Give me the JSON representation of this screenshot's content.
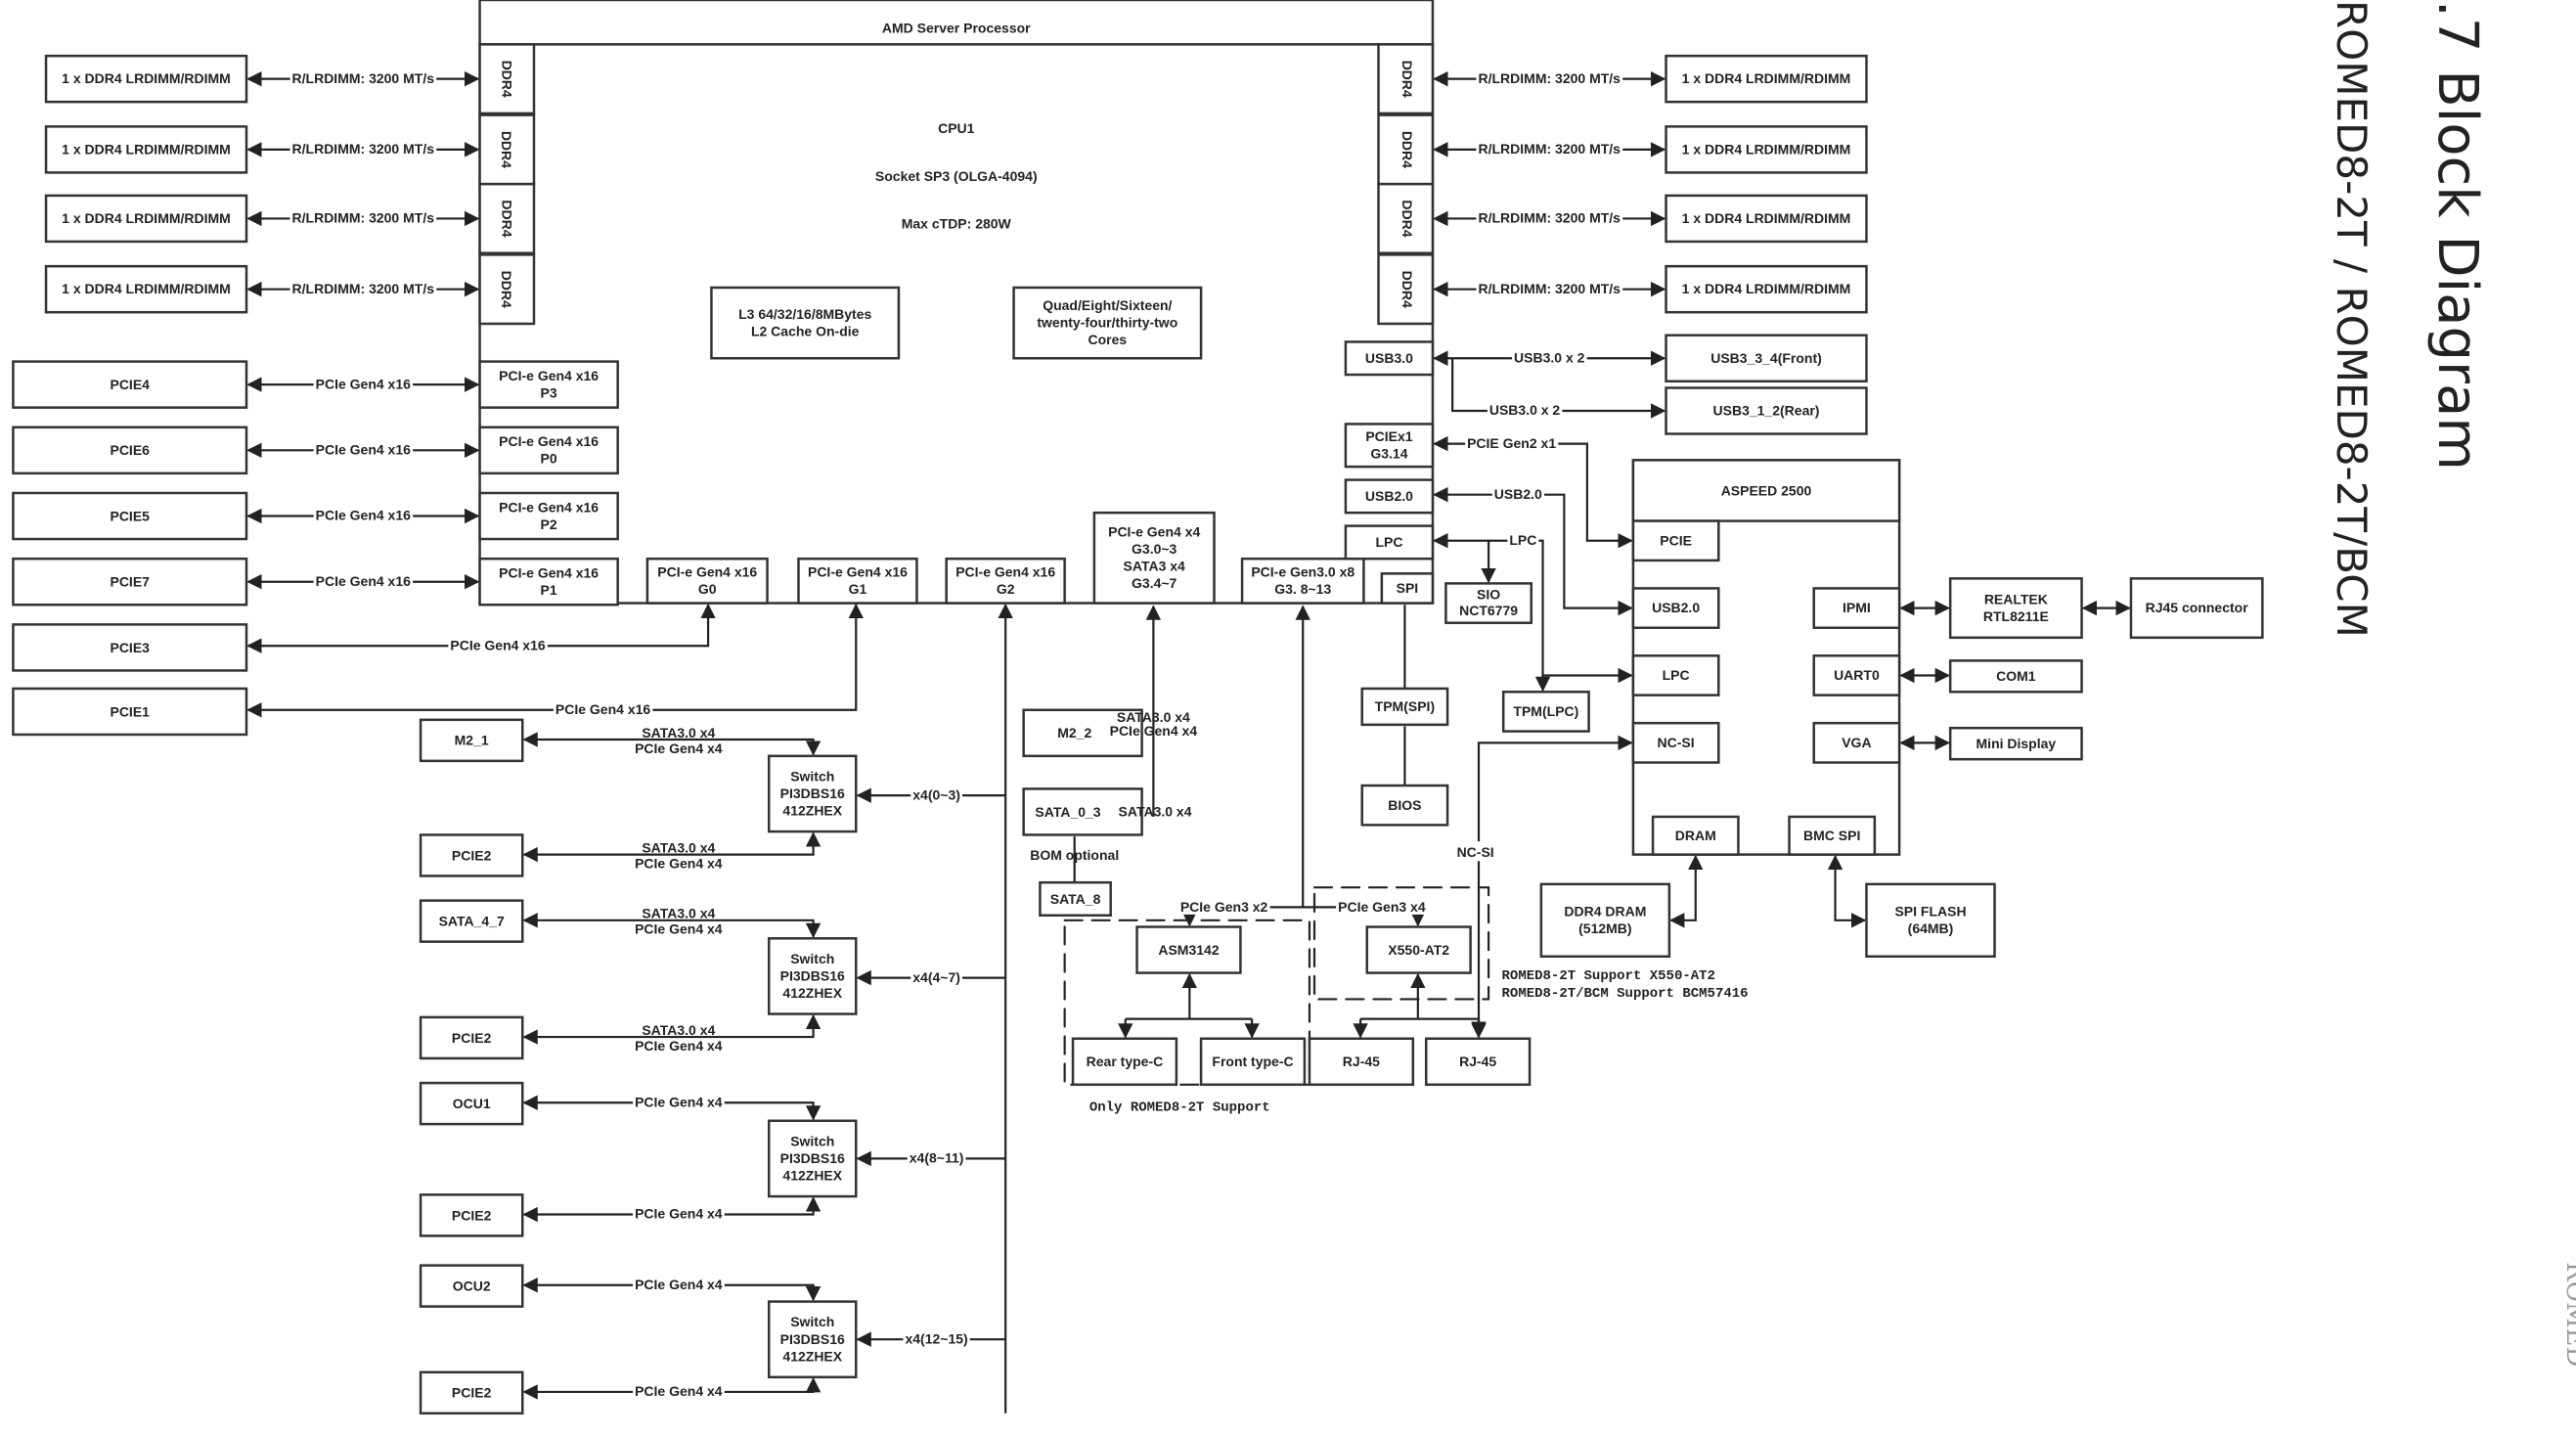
{
  "page": {
    "section_title": ".7  Block Diagram",
    "subtitle": "ROMED8-2T / ROMED8-2T/BCM",
    "footer_fragment": "ROMED"
  },
  "colors": {
    "accent": "#a345b0",
    "line": "#222222"
  },
  "cpu": {
    "header": "AMD Server Processor",
    "name": "CPU1",
    "socket": "Socket SP3 (OLGA-4094)",
    "tdp": "Max cTDP: 280W",
    "cache": [
      "L3 64/32/16/8MBytes",
      "L2 Cache On-die"
    ],
    "cores": [
      "Quad/Eight/Sixteen/",
      "twenty-four/thirty-two",
      "Cores"
    ],
    "ddr_port_label": "DDR4"
  },
  "memory": {
    "dimm_label": "1 x DDR4 LRDIMM/RDIMM",
    "link_label": "R/LRDIMM: 3200 MT/s"
  },
  "left_pcie": {
    "ports": [
      {
        "slot": "PCIE4",
        "port": [
          "PCI-e Gen4 x16",
          "P3"
        ],
        "link": "PCIe Gen4 x16"
      },
      {
        "slot": "PCIE6",
        "port": [
          "PCI-e Gen4 x16",
          "P0"
        ],
        "link": "PCIe Gen4 x16"
      },
      {
        "slot": "PCIE5",
        "port": [
          "PCI-e Gen4 x16",
          "P2"
        ],
        "link": "PCIe Gen4 x16"
      },
      {
        "slot": "PCIE7",
        "port": [
          "PCI-e Gen4 x16",
          "P1"
        ],
        "link": "PCIe Gen4 x16"
      }
    ],
    "pcie3": {
      "slot": "PCIE3",
      "link": "PCIe Gen4 x16"
    },
    "pcie1": {
      "slot": "PCIE1",
      "link": "PCIe Gen4 x16"
    }
  },
  "bottom_ports": {
    "g0": [
      "PCI-e Gen4 x16",
      "G0"
    ],
    "g1": [
      "PCI-e Gen4 x16",
      "G1"
    ],
    "g2": [
      "PCI-e Gen4 x16",
      "G2"
    ],
    "g3": [
      "PCI-e Gen4 x4",
      "G3.0~3",
      "SATA3 x4",
      "G3.4~7"
    ],
    "g3b": [
      "PCI-e Gen3.0 x8",
      "G3. 8~13"
    ],
    "spi": "SPI"
  },
  "switches": {
    "chip": [
      "Switch",
      "PI3DBS16",
      "412ZHEX"
    ],
    "groups": [
      {
        "top": "M2_1",
        "bottom": "PCIE2",
        "top_link": [
          "SATA3.0 x4",
          "PCIe Gen4 x4"
        ],
        "bottom_link": [
          "SATA3.0 x4",
          "PCIe Gen4 x4"
        ],
        "lanes": "x4(0~3)"
      },
      {
        "top": "SATA_4_7",
        "bottom": "PCIE2",
        "top_link": [
          "SATA3.0 x4",
          "PCIe Gen4 x4"
        ],
        "bottom_link": [
          "SATA3.0 x4",
          "PCIe Gen4 x4"
        ],
        "lanes": "x4(4~7)"
      },
      {
        "top": "OCU1",
        "bottom": "PCIE2",
        "top_link": [
          "PCIe Gen4 x4"
        ],
        "bottom_link": [
          "PCIe Gen4 x4"
        ],
        "lanes": "x4(8~11)"
      },
      {
        "top": "OCU2",
        "bottom": "PCIE2",
        "top_link": [
          "PCIe Gen4 x4"
        ],
        "bottom_link": [
          "PCIe Gen4 x4"
        ],
        "lanes": "x4(12~15)"
      }
    ]
  },
  "storage": {
    "m2_2": "M2_2",
    "m2_2_link": [
      "SATA3.0 x4",
      "PCIe Gen4 x4"
    ],
    "sata_0_3": "SATA_0_3",
    "sata_0_3_link": "SATA3.0 x4",
    "bom_optional": "BOM optional",
    "sata_8": "SATA_8"
  },
  "usb_c": {
    "link": "PCIe Gen3 x2",
    "chip": "ASM3142",
    "rear": "Rear type-C",
    "front": "Front type-C",
    "note": "Only ROMED8-2T Support"
  },
  "lan": {
    "link": "PCIe Gen3 x4",
    "chip": "X550-AT2",
    "rj45a": "RJ-45",
    "rj45b": "RJ-45",
    "note": [
      "ROMED8-2T Support X550-AT2",
      "ROMED8-2T/BCM Support BCM57416"
    ],
    "ncsi": "NC-SI"
  },
  "right_ports": {
    "usb3": "USB3.0",
    "usb3_link": "USB3.0 x 2",
    "usb_front": "USB3_3_4(Front)",
    "usb_rear": "USB3_1_2(Rear)",
    "pciex1": [
      "PCIEx1",
      "G3.14"
    ],
    "pciex1_link": "PCIE Gen2 x1",
    "usb2": "USB2.0",
    "usb2_link": "USB2.0",
    "lpc": "LPC",
    "lpc_link": "LPC",
    "sio": [
      "SIO",
      "NCT6779"
    ],
    "tpm_spi": "TPM(SPI)",
    "bios": "BIOS",
    "tpm_lpc": "TPM(LPC)"
  },
  "bmc": {
    "name": "ASPEED 2500",
    "pcie": "PCIE",
    "usb2": "USB2.0",
    "lpc": "LPC",
    "ncsi": "NC-SI",
    "ipmi": "IPMI",
    "uart": "UART0",
    "vga": "VGA",
    "dram": "DRAM",
    "bmc_spi": "BMC SPI",
    "realtek": [
      "REALTEK",
      "RTL8211E"
    ],
    "rj45": "RJ45 connector",
    "com1": "COM1",
    "mini_display": "Mini Display",
    "ddr4_dram": [
      "DDR4 DRAM",
      "(512MB)"
    ],
    "spi_flash": [
      "SPI FLASH",
      "(64MB)"
    ]
  }
}
